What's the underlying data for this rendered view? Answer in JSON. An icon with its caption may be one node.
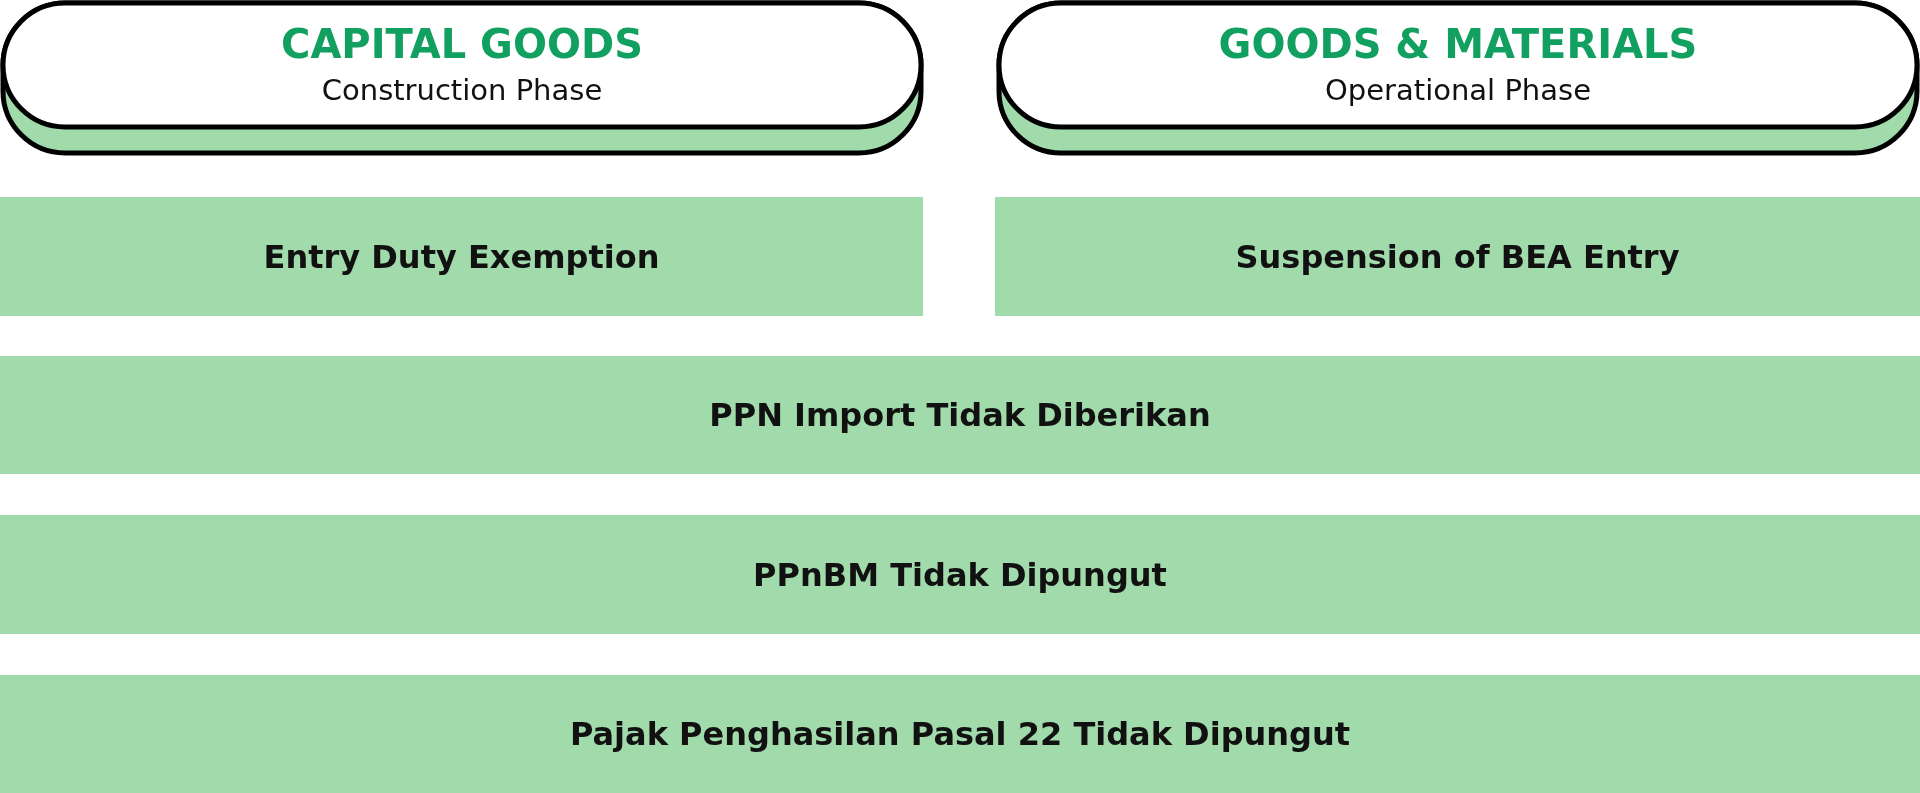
{
  "diagram": {
    "nodes": [
      {
        "text": [
          "CAPITAL GOODS",
          "Construction Phase"
        ]
      },
      {
        "text": [
          "GOODS & MATERIALS",
          "Operational Phase"
        ]
      },
      {
        "text": [
          "Entry Duty Exemption"
        ]
      },
      {
        "text": [
          "Suspension of BEA Entry"
        ]
      },
      {
        "text": [
          "PPN Import Tidak Diberikan"
        ]
      },
      {
        "text": [
          "PPnBM Tidak Dipungut"
        ]
      },
      {
        "text": [
          "Pajak Penghasilan Pasal 22 Tidak Dipungut"
        ]
      }
    ]
  }
}
